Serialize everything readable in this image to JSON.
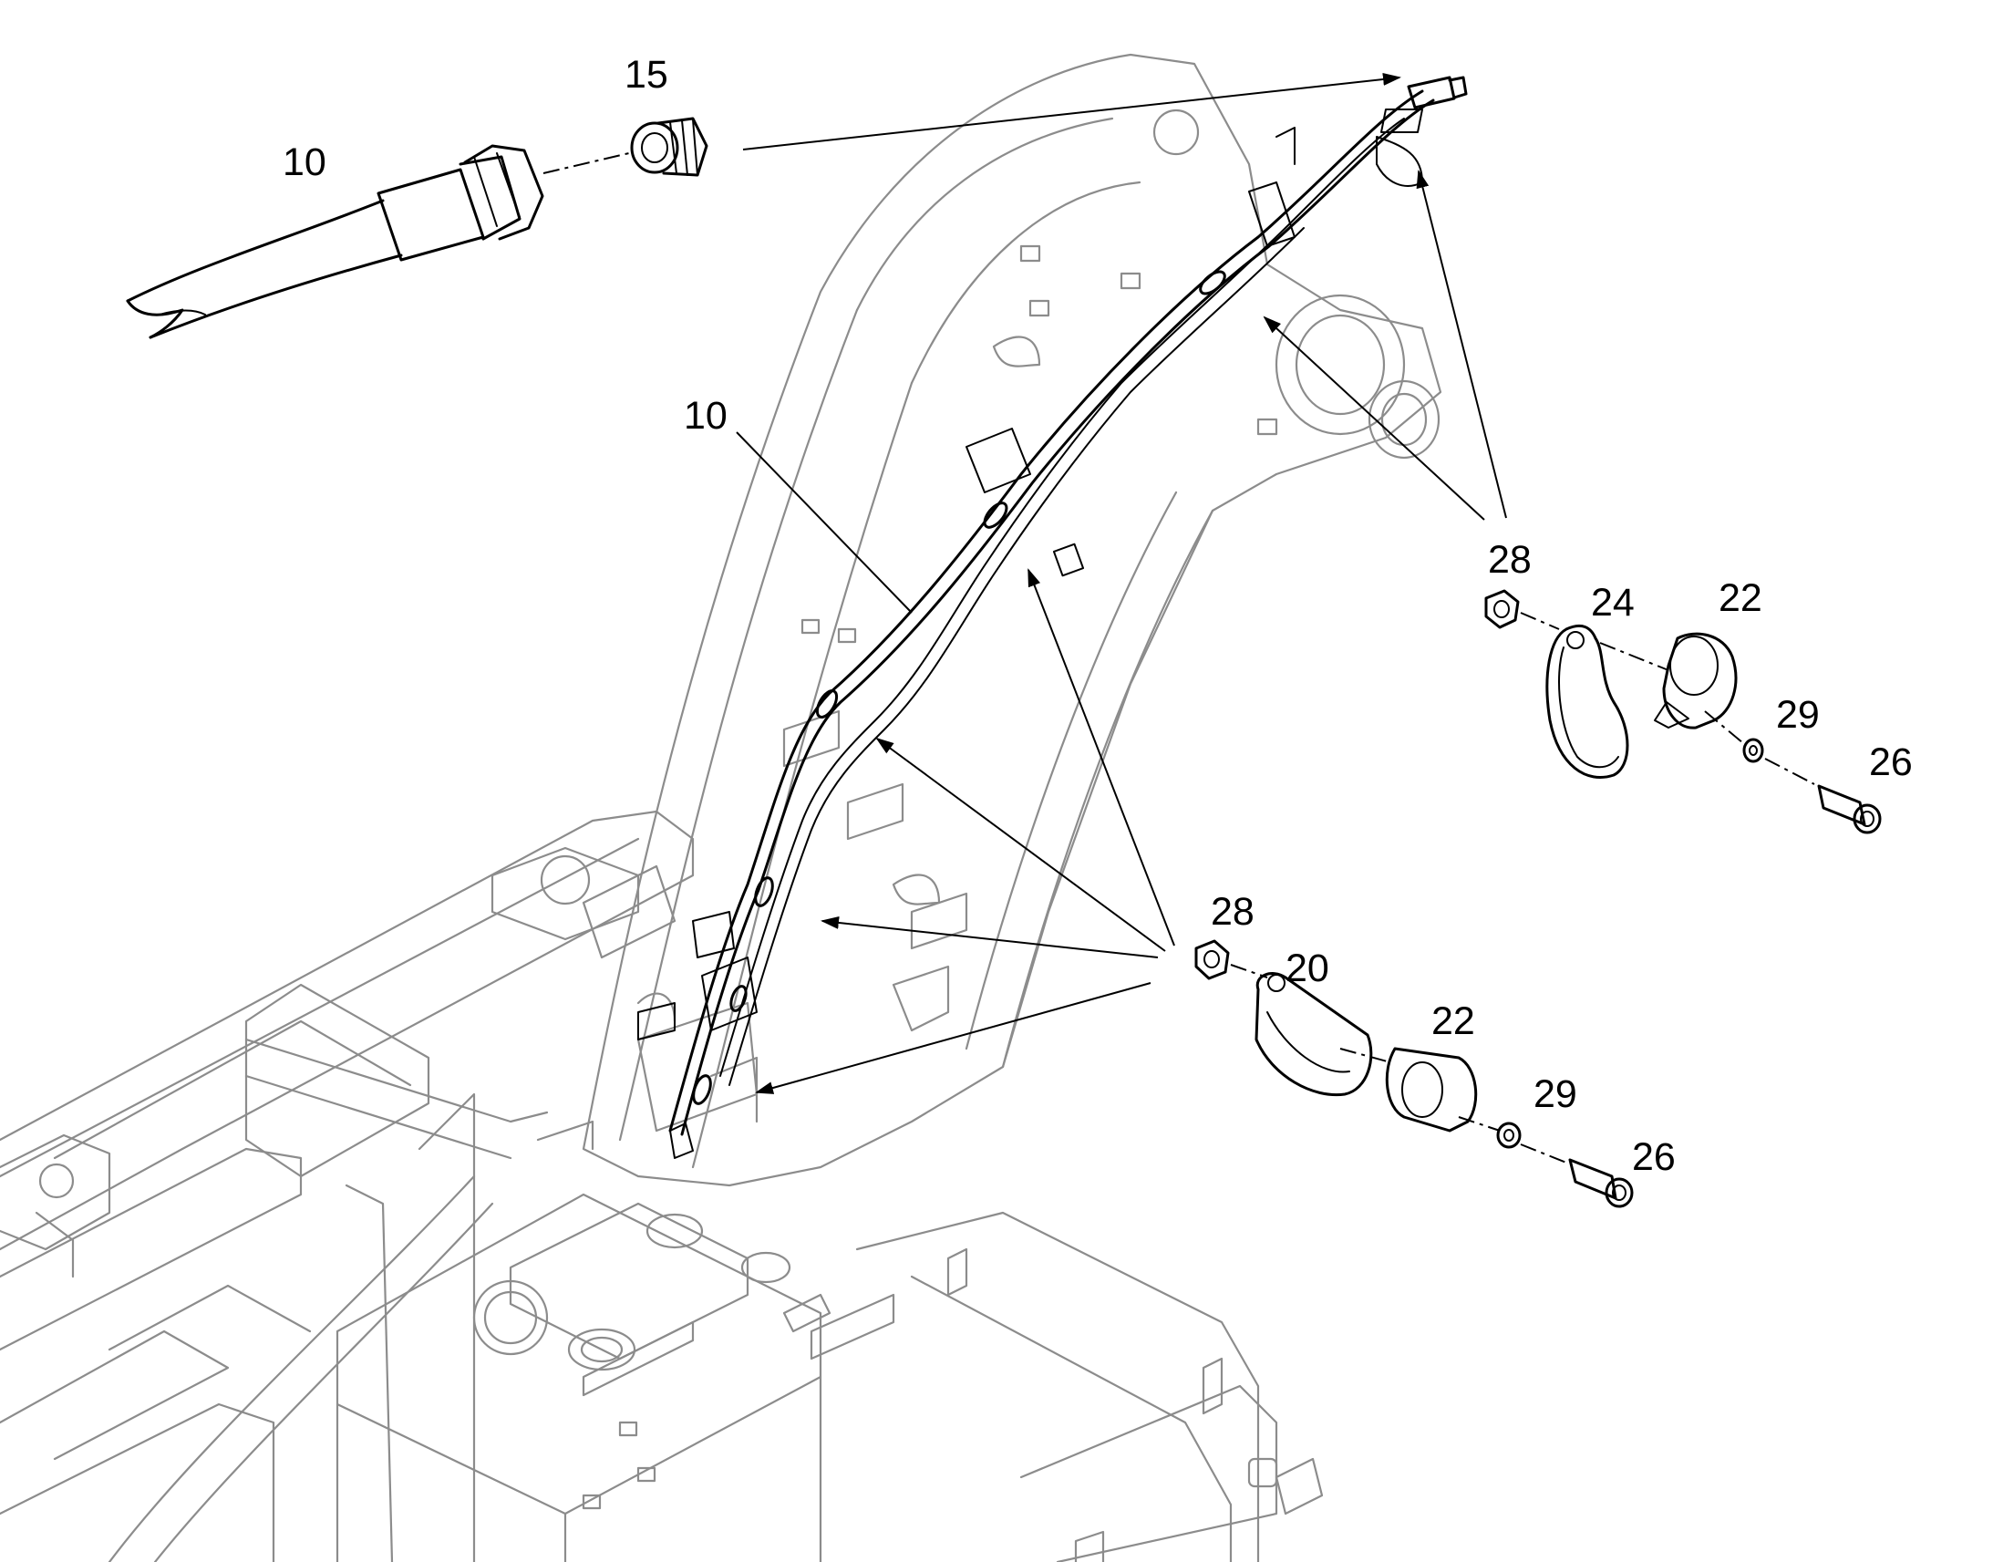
{
  "callouts": {
    "c10_top": "10",
    "c15": "15",
    "c10_mid": "10",
    "c28_top": "28",
    "c24": "24",
    "c22_top": "22",
    "c29_top": "29",
    "c26_top": "26",
    "c28_bot": "28",
    "c20": "20",
    "c22_bot": "22",
    "c29_bot": "29",
    "c26_bot": "26"
  },
  "colors": {
    "line": "#000000",
    "background_parts": "#8c8c8c",
    "paper": "#ffffff"
  }
}
